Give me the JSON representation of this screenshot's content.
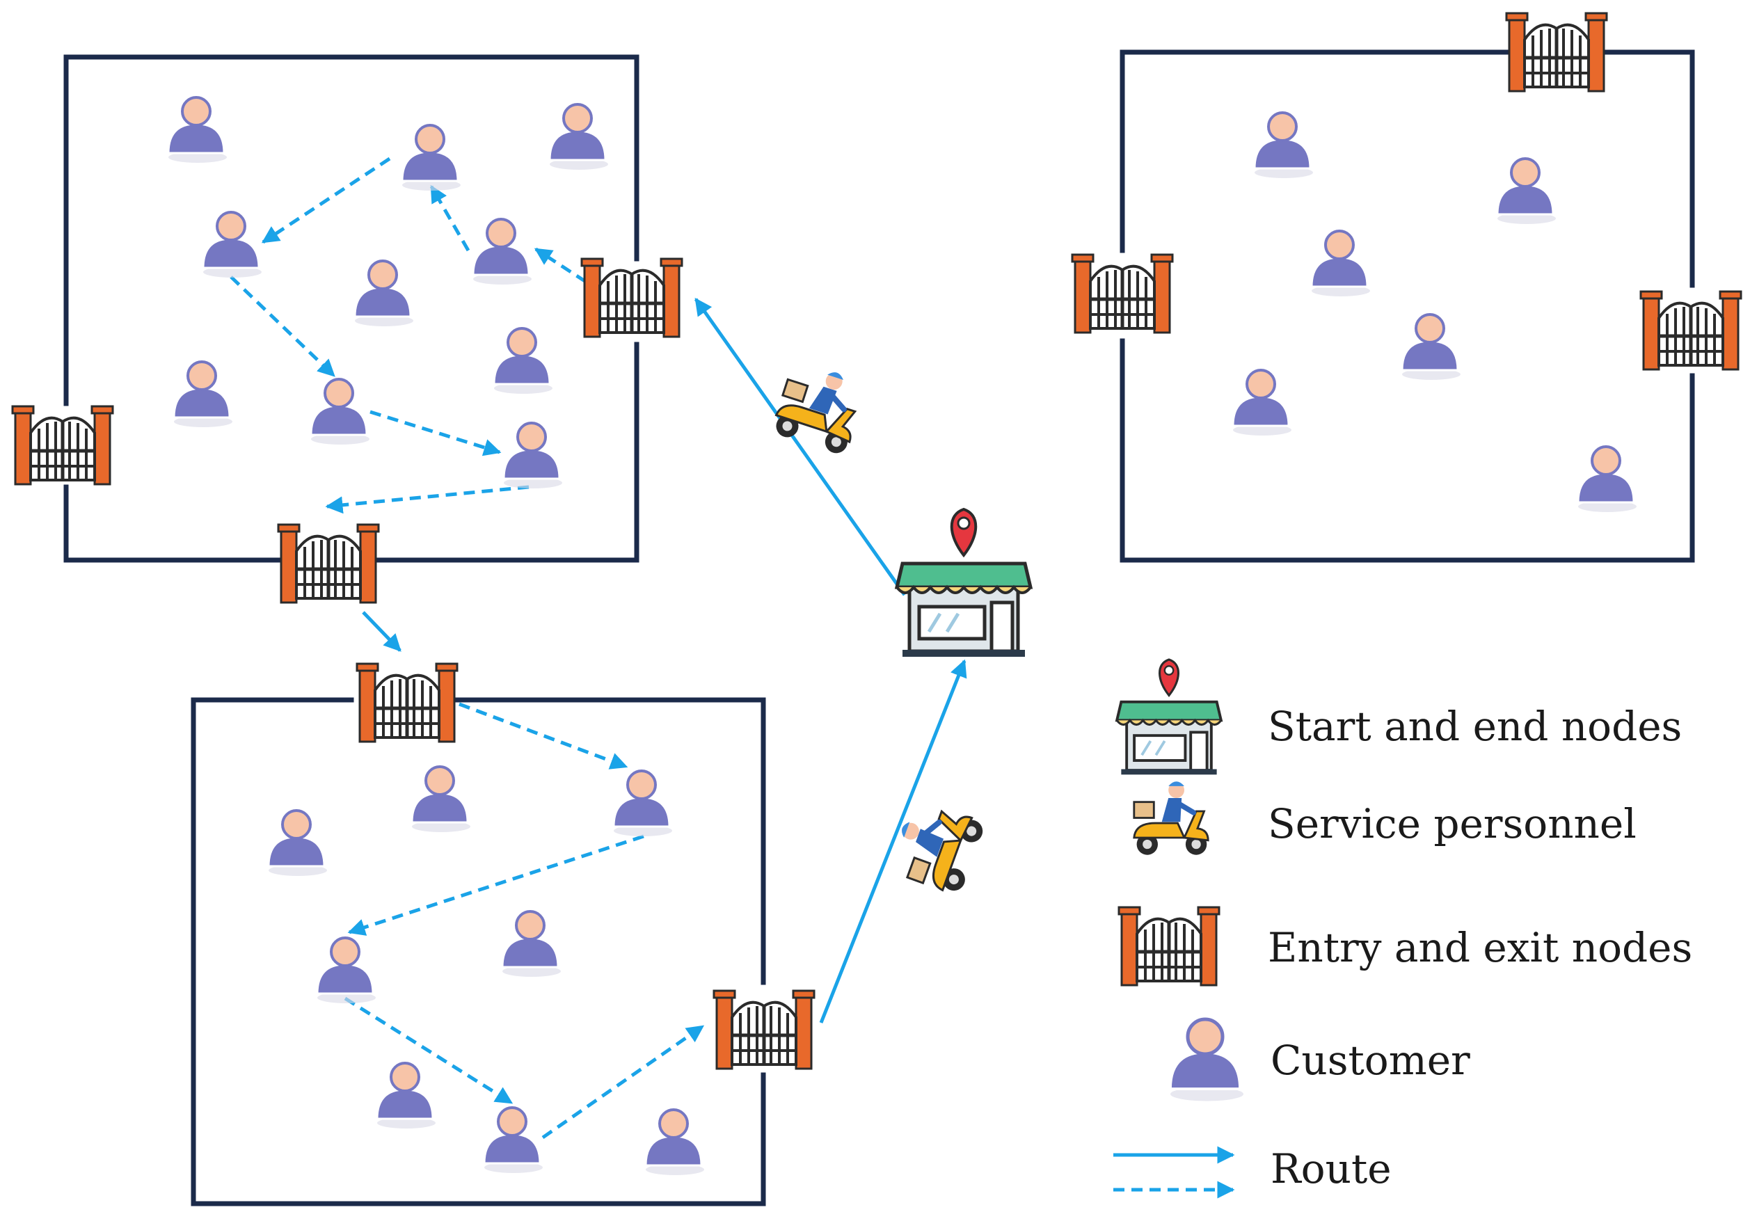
{
  "legend": {
    "start_end": "Start and end nodes",
    "personnel": "Service personnel",
    "entry_exit": "Entry and exit nodes",
    "customer": "Customer",
    "route": "Route"
  },
  "colors": {
    "boundary": "#1b2a4a",
    "route": "#1aa3e8",
    "customer_body": "#7577c2",
    "customer_head": "#f7c4a8",
    "gate_pillar": "#e8692b",
    "gate_bars": "#2b2b2b",
    "store_roof": "#4fbe8f",
    "pin": "#e5373f",
    "scooter": "#f5b21b"
  }
}
